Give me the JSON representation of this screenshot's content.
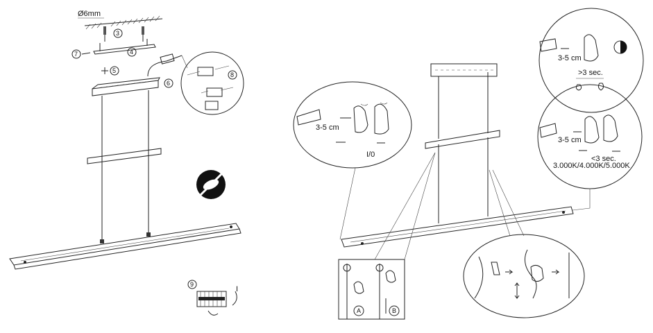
{
  "left_diagram": {
    "drill_label": "Ø6mm",
    "steps": [
      "3",
      "4",
      "5",
      "6",
      "7",
      "8",
      "9"
    ],
    "switch_mark": "I"
  },
  "right_diagram": {
    "distance_label": "3-5 cm",
    "onoff_label": "I/0",
    "long_press_label": ">3 sec.",
    "short_press_label": "<3 sec.",
    "cct_label": "3.000K/4.000K/5.000K",
    "variant_a": "A",
    "variant_b": "B"
  },
  "icons": [
    "no-led-bulb-icon",
    "hand-wave-icon",
    "dimmer-icon",
    "bulb-icon",
    "arrow-icon"
  ]
}
